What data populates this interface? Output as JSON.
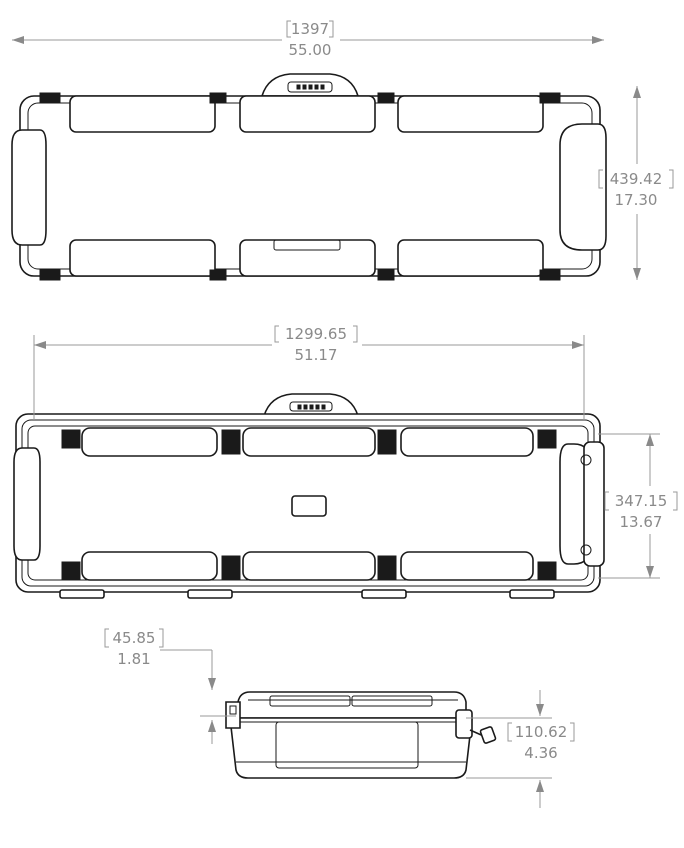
{
  "dimensions": {
    "top_width": {
      "mm": "1397",
      "in": "55.00"
    },
    "top_height": {
      "mm": "439.42",
      "in": "17.30"
    },
    "inner_width": {
      "mm": "1299.65",
      "in": "51.17"
    },
    "inner_height": {
      "mm": "347.15",
      "in": "13.67"
    },
    "lid_depth": {
      "mm": "45.85",
      "in": "1.81"
    },
    "base_depth": {
      "mm": "110.62",
      "in": "4.36"
    }
  },
  "colors": {
    "line": "#1a1a1a",
    "dimension": "#8a8a8a",
    "background": "#ffffff"
  }
}
